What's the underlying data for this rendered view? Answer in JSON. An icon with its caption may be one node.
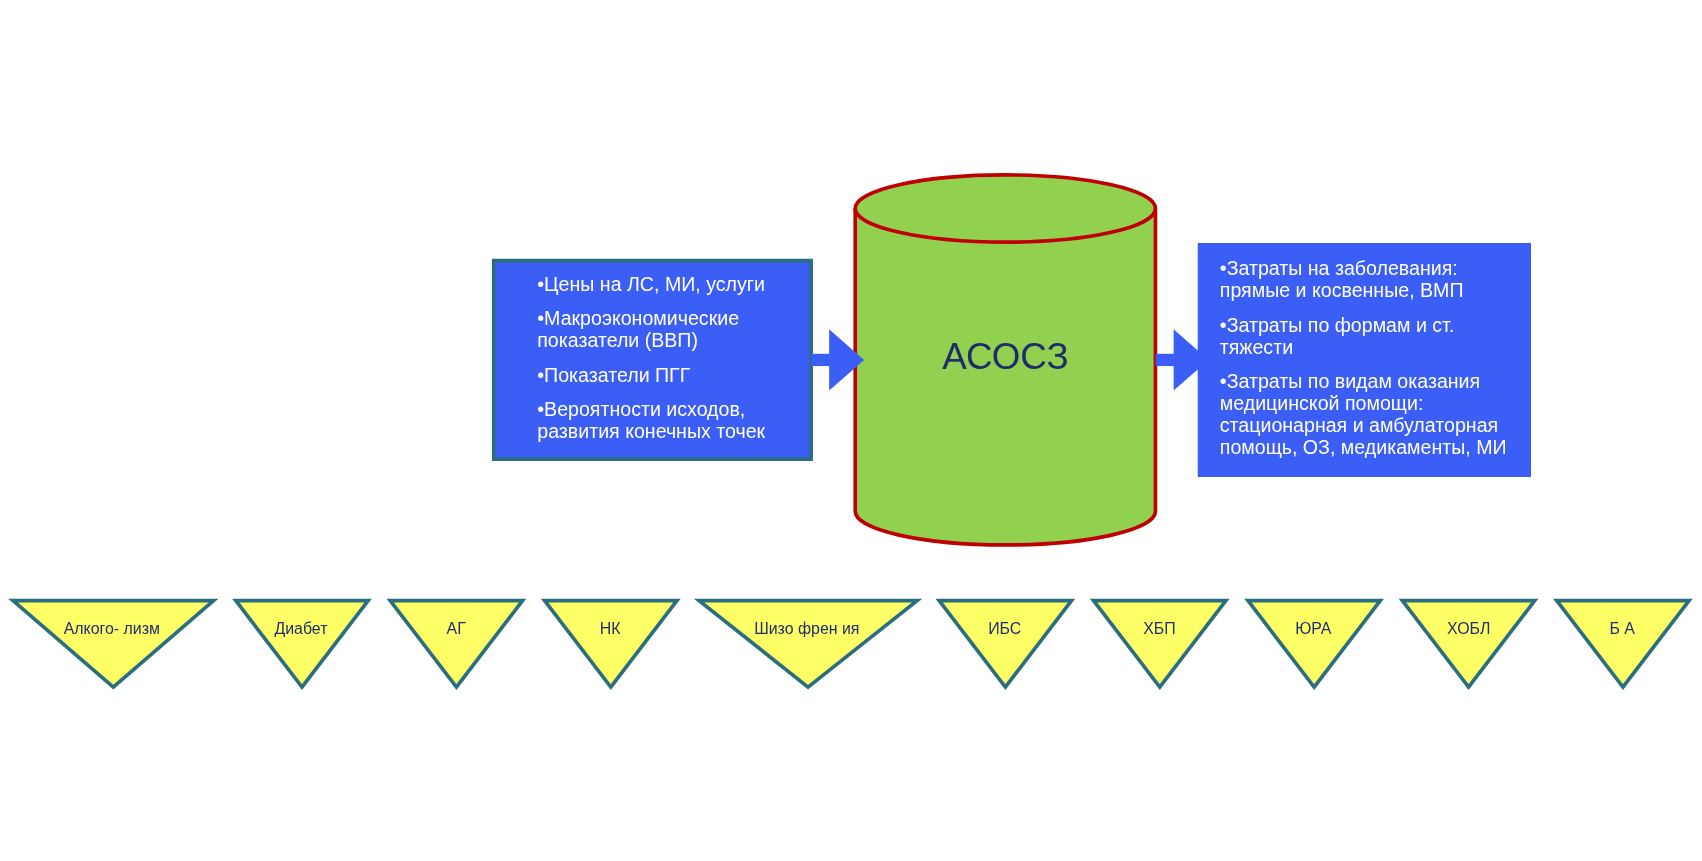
{
  "diagram": {
    "nodes": [
      {
        "text": [
          "•Цены на ЛС, МИ, услуги",
          "•Макроэкономические показатели (ВВП)",
          "•Показатели ПГГ",
          "•Вероятности исходов, развития конечных точек"
        ]
      },
      {
        "text": [
          "АСОСЗ"
        ]
      },
      {
        "text": [
          "•Затраты на заболевания: прямые и косвенные, ВМП",
          "•Затраты по формам и ст. тяжести",
          "•Затраты по видам оказания медицинской помощи: стационарная и амбулаторная помощь, ОЗ, медикаменты, МИ"
        ]
      },
      {
        "text": [
          "Алкого- лизм"
        ]
      },
      {
        "text": [
          "Диабет"
        ]
      },
      {
        "text": [
          "АГ"
        ]
      },
      {
        "text": [
          "НК"
        ]
      },
      {
        "text": [
          "Шизо френ ия"
        ]
      },
      {
        "text": [
          "ИБС"
        ]
      },
      {
        "text": [
          "ХБП"
        ]
      },
      {
        "text": [
          "ЮРА"
        ]
      },
      {
        "text": [
          "ХОБЛ"
        ]
      },
      {
        "text": [
          "Б А"
        ]
      }
    ],
    "edges": [
      {
        "from": 0,
        "to": 1,
        "arrow": "to"
      },
      {
        "from": 1,
        "to": 2,
        "arrow": "to"
      }
    ]
  }
}
